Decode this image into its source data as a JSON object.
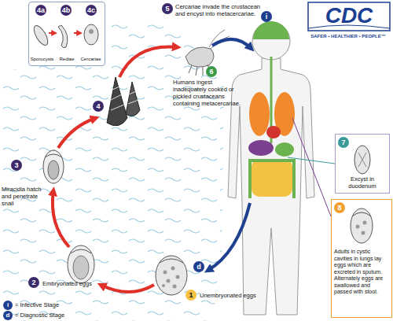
{
  "diagram": {
    "nodes": [
      {
        "text": [
          "4a",
          "4b",
          "4c",
          "Sporocysts",
          "Rediae",
          "Cercariae"
        ]
      },
      {
        "text": [
          "7",
          "Excyst in duodenum"
        ]
      },
      {
        "text": [
          "8",
          "Adults in cystic cavities in lungs lay eggs which are excreted in sputum. Alternately eggs are swallowed and passed with stool."
        ]
      }
    ],
    "labels": [
      "CDC",
      "SAFER • HEALTHIER • PEOPLE™",
      "5",
      "Cercariae invade the crustacean and encyst into metacercariae.",
      "i",
      "6",
      "Humans ingest inadequately cooked or pickled crustaceans containing metacercariae.",
      "4",
      "3",
      "Miracidia hatch and penetrate snail",
      "2",
      "Embryonated eggs",
      "1",
      "Unembryonated eggs",
      "d",
      "i",
      "d"
    ],
    "legend": [
      {
        "text": "= Infective Stage"
      },
      {
        "text": "= Diagnostic Stage"
      }
    ]
  }
}
